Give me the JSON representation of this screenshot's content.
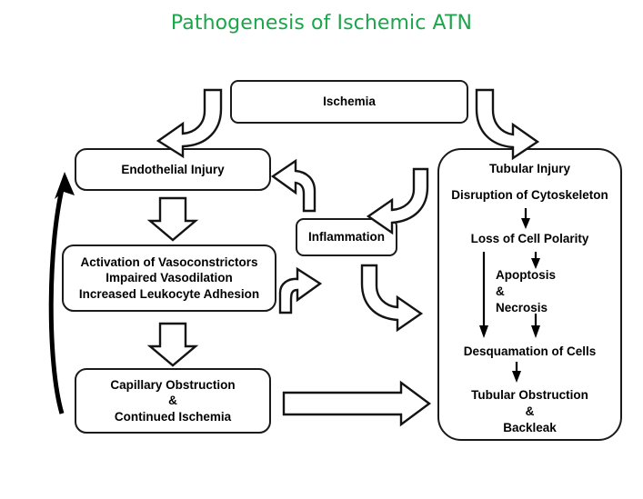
{
  "slide": {
    "title": "Pathogenesis of Ischemic ATN",
    "title_color": "#1da54b",
    "background": "#ffffff",
    "outline_color": "#141414",
    "text_color": "#000000"
  },
  "boxes": {
    "ischemia": {
      "label": "Ischemia"
    },
    "endothelial_injury": {
      "label": "Endothelial Injury"
    },
    "vasoconstrictors": {
      "line1": "Activation of Vasoconstrictors",
      "line2": "Impaired Vasodilation",
      "line3": "Increased Leukocyte Adhesion"
    },
    "capillary": {
      "line1": "Capillary Obstruction",
      "line2": "&",
      "line3": "Continued Ischemia"
    },
    "inflammation": {
      "label": "Inflammation"
    }
  },
  "tubular_panel": {
    "heading": "Tubular Injury",
    "steps": [
      "Disruption of Cytoskeleton",
      "Loss of Cell Polarity",
      "Apoptosis",
      "&",
      "Necrosis",
      "Desquamation of Cells",
      "Tubular Obstruction",
      "&",
      "Backleak"
    ]
  },
  "connectors": [
    {
      "name": "ischemia-to-endothelial",
      "style": "curved-block-arrow",
      "direction": "down-left"
    },
    {
      "name": "ischemia-to-tubular",
      "style": "curved-block-arrow",
      "direction": "down-right"
    },
    {
      "name": "endothelial-to-vasoconstrictors",
      "style": "block-arrow",
      "direction": "down"
    },
    {
      "name": "vasoconstrictors-to-capillary",
      "style": "block-arrow",
      "direction": "down"
    },
    {
      "name": "capillary-to-tubular",
      "style": "block-arrow",
      "direction": "right"
    },
    {
      "name": "inflammation-to-endothelial",
      "style": "curved-block-arrow",
      "direction": "up-left"
    },
    {
      "name": "tubular-to-inflammation",
      "style": "curved-block-arrow",
      "direction": "down-left"
    },
    {
      "name": "vasoconstrictors-to-inflammation",
      "style": "curved-block-arrow",
      "direction": "up-right"
    },
    {
      "name": "inflammation-to-tubular",
      "style": "curved-block-arrow",
      "direction": "down-right"
    },
    {
      "name": "capillary-back-to-endothelial",
      "style": "solid-curved-arrow",
      "direction": "up"
    }
  ]
}
